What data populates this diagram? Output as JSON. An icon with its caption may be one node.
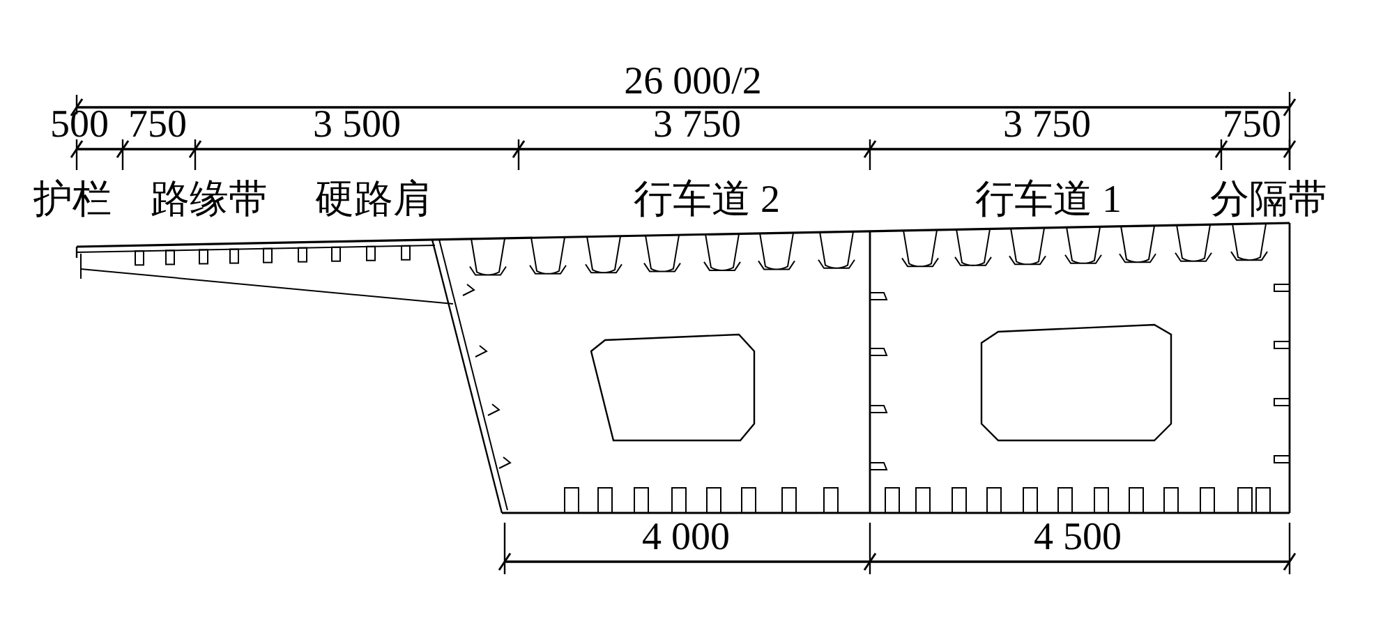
{
  "diagram": {
    "labels": [
      "26 000/2",
      "500",
      "750",
      "3 500",
      "3 750",
      "3 750",
      "750",
      "护栏",
      "路缘带",
      "硬路肩",
      "行车道 2",
      "行车道 1",
      "分隔带",
      "4 000",
      "4 500"
    ]
  }
}
